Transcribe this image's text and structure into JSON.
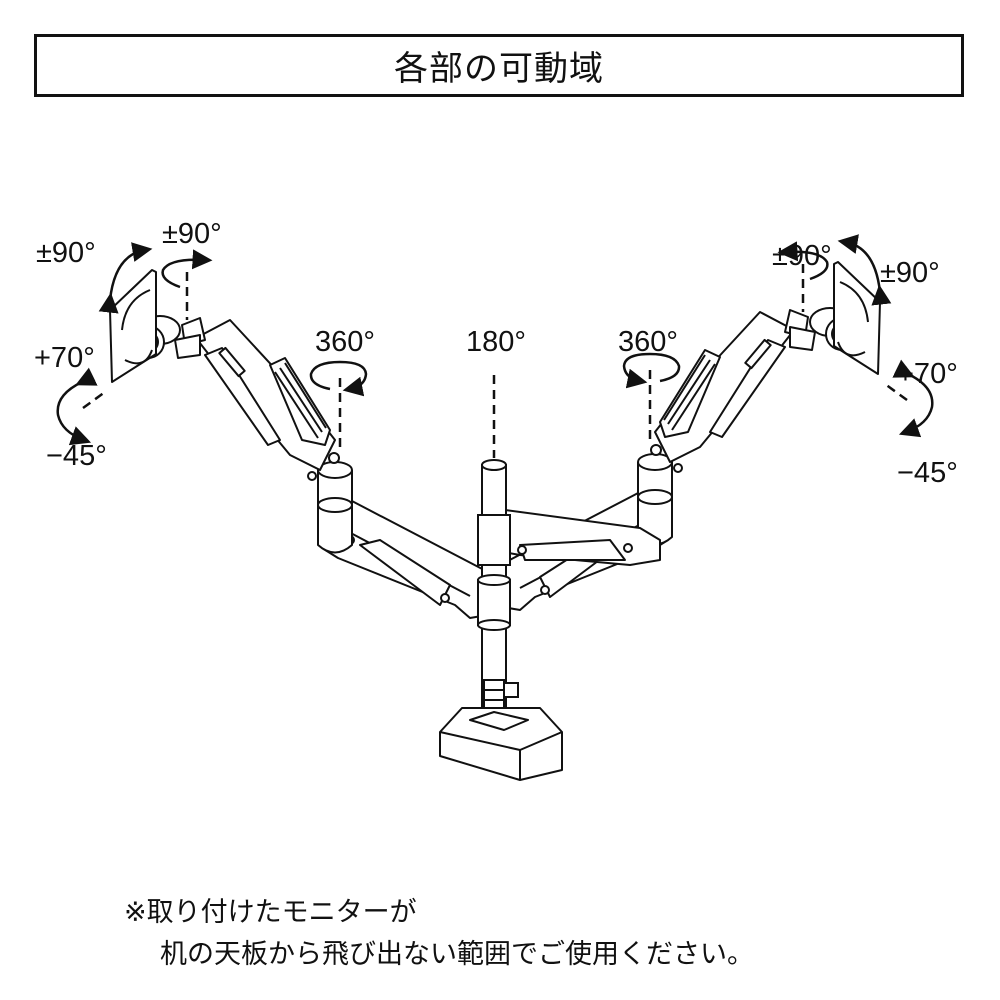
{
  "title": "各部の可動域",
  "labels": {
    "left_swivel": "±90°",
    "left_rotate": "±90°",
    "left_tilt_up": "+70°",
    "left_tilt_down": "−45°",
    "left_elbow": "360°",
    "pole": "180°",
    "right_elbow": "360°",
    "right_rotate": "±90°",
    "right_swivel": "±90°",
    "right_tilt_up": "+70°",
    "right_tilt_down": "−45°"
  },
  "note": {
    "line1": "※取り付けたモニターが",
    "line2": "机の天板から飛び出ない範囲でご使用ください。"
  }
}
